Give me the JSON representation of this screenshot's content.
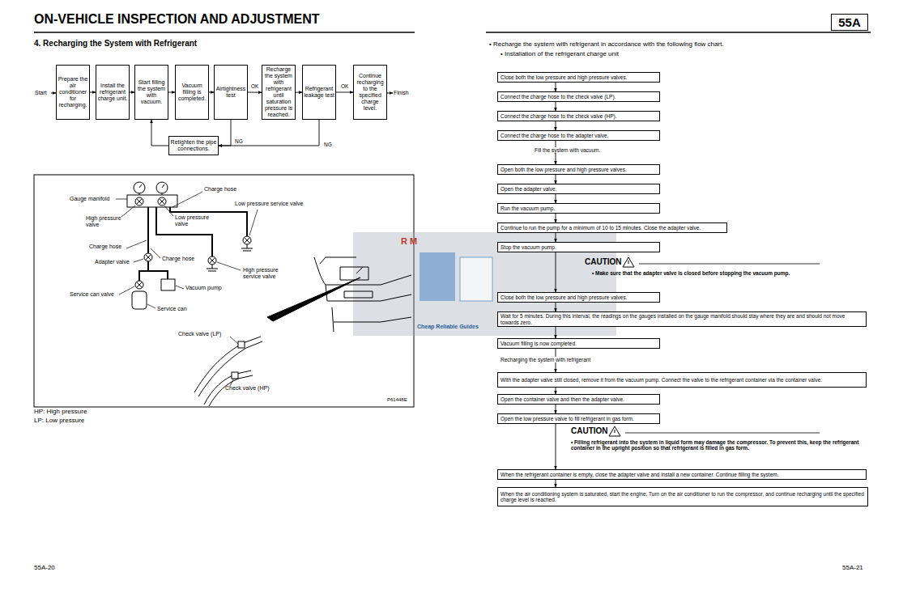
{
  "diagram": {
    "title": "ON-VEHICLE INSPECTION AND ADJUSTMENT",
    "nodes": [
      {
        "text": [
          "Prepare the air conditioner for recharging."
        ]
      },
      {
        "text": [
          "Install the refrigerant charge unit."
        ]
      },
      {
        "text": [
          "Start filling the system with vacuum."
        ]
      },
      {
        "text": [
          "Vacuum filling is completed."
        ]
      },
      {
        "text": [
          "Airtightness test"
        ]
      },
      {
        "text": [
          "Recharge the system with refrigerant until saturation pressure is reached."
        ]
      },
      {
        "text": [
          "Refrigerant leakage test"
        ]
      },
      {
        "text": [
          "Continue recharging to the specified charge level."
        ]
      },
      {
        "text": [
          "Retighten the pipe connections."
        ]
      },
      {
        "text": [
          "Close both the low pressure and high pressure valves."
        ]
      },
      {
        "text": [
          "Connect the charge hose to the check valve (LP)."
        ]
      },
      {
        "text": [
          "Connect the charge hose to the check valve (HP)."
        ]
      },
      {
        "text": [
          "Connect the charge hose to the adapter valve."
        ]
      },
      {
        "text": [
          "Open both the low pressure and high pressure valves."
        ]
      },
      {
        "text": [
          "Open the adapter valve."
        ]
      },
      {
        "text": [
          "Run the vacuum pump."
        ]
      },
      {
        "text": [
          "Continue to run the pump for a minimum of 10 to 15 minutes.  Close the adapter valve."
        ]
      },
      {
        "text": [
          "Stop the vacuum pump."
        ]
      },
      {
        "text": [
          "Close both the low pressure and high pressure valves."
        ]
      },
      {
        "text": [
          "Wait for 5 minutes.  During this interval, the readings on the gauges installed on the gauge manifold should stay where they are and should not move towards zero."
        ]
      },
      {
        "text": [
          "Vacuum filling is now completed."
        ]
      },
      {
        "text": [
          "With the adapter valve still closed, remove it from the vacuum pump.  Connect the valve to the refrigerant container via the container valve."
        ]
      },
      {
        "text": [
          "Open the container valve and then the adapter valve."
        ]
      },
      {
        "text": [
          "Open the low pressure valve to fill refrigerant in gas form."
        ]
      },
      {
        "text": [
          "When the refrigerant container is empty, close the adapter valve and install a new container.  Continue filling the system."
        ]
      },
      {
        "text": [
          "When the air conditioning system is saturated, start the engine.  Turn on the air conditioner to run the compressor, and continue recharging until the specified charge level is reached."
        ]
      },
      {
        "text": [
          "55A"
        ]
      }
    ],
    "edges": [
      {
        "from": 0,
        "to": 1,
        "arrow": "to"
      },
      {
        "from": 1,
        "to": 2,
        "arrow": "to"
      },
      {
        "from": 2,
        "to": 3,
        "arrow": "to"
      },
      {
        "from": 3,
        "to": 4,
        "arrow": "to"
      },
      {
        "from": 4,
        "to": 5,
        "arrow": "to",
        "label": "OK"
      },
      {
        "from": 5,
        "to": 6,
        "arrow": "to"
      },
      {
        "from": 6,
        "to": 7,
        "arrow": "to",
        "label": "OK"
      },
      {
        "from": 4,
        "to": 8,
        "arrow": "to",
        "label": "NG"
      },
      {
        "from": 6,
        "to": 8,
        "arrow": "to",
        "label": "NG"
      },
      {
        "from": 8,
        "to": 2,
        "arrow": "to"
      },
      {
        "from": 9,
        "to": 10,
        "arrow": "to"
      },
      {
        "from": 10,
        "to": 11,
        "arrow": "to"
      },
      {
        "from": 11,
        "to": 12,
        "arrow": "to"
      },
      {
        "from": 12,
        "to": 13,
        "arrow": "to"
      },
      {
        "from": 13,
        "to": 14,
        "arrow": "to"
      },
      {
        "from": 14,
        "to": 15,
        "arrow": "to"
      },
      {
        "from": 15,
        "to": 16,
        "arrow": "to"
      },
      {
        "from": 16,
        "to": 17,
        "arrow": "to"
      },
      {
        "from": 17,
        "to": 18,
        "arrow": "to"
      },
      {
        "from": 18,
        "to": 19,
        "arrow": "to"
      },
      {
        "from": 19,
        "to": 20,
        "arrow": "to"
      },
      {
        "from": 20,
        "to": 21,
        "arrow": "to"
      },
      {
        "from": 21,
        "to": 22,
        "arrow": "to"
      },
      {
        "from": 22,
        "to": 23,
        "arrow": "to"
      },
      {
        "from": 23,
        "to": 24,
        "arrow": "to"
      },
      {
        "from": 24,
        "to": 25,
        "arrow": "to"
      }
    ],
    "labels": [
      "4.  Recharging the System with Refrigerant",
      "Start",
      "Finish",
      "Gauge manifold",
      "Charge hose",
      "Low pressure service valve",
      "High pressure valve",
      "Low pressure valve",
      "Charge hose",
      "Adapter valve",
      "Charge hose",
      "High pressure service valve",
      "Service can valve",
      "Vacuum pump",
      "Service can",
      "Check valve (LP)",
      "Check valve (HP)",
      "P61448E",
      "HP: High pressure",
      "LP: Low pressure",
      "55A-20",
      "• Recharge the system with refrigerant in accordance with the following flow chart.",
      "• Installation of the refrigerant charge unit",
      "Fill the system with vacuum.",
      "CAUTION",
      "• Make sure that the adapter valve is closed before stopping the vacuum pump.",
      "Recharging the system with refrigerant",
      "CAUTION",
      "• Filling refrigerant into the system in liquid form may damage the compressor.  To prevent this, keep the refrigerant container in the upright position so that refrigerant is filled in gas form.",
      "55A-21",
      "R M",
      "Cheap Reliable Guides"
    ]
  }
}
